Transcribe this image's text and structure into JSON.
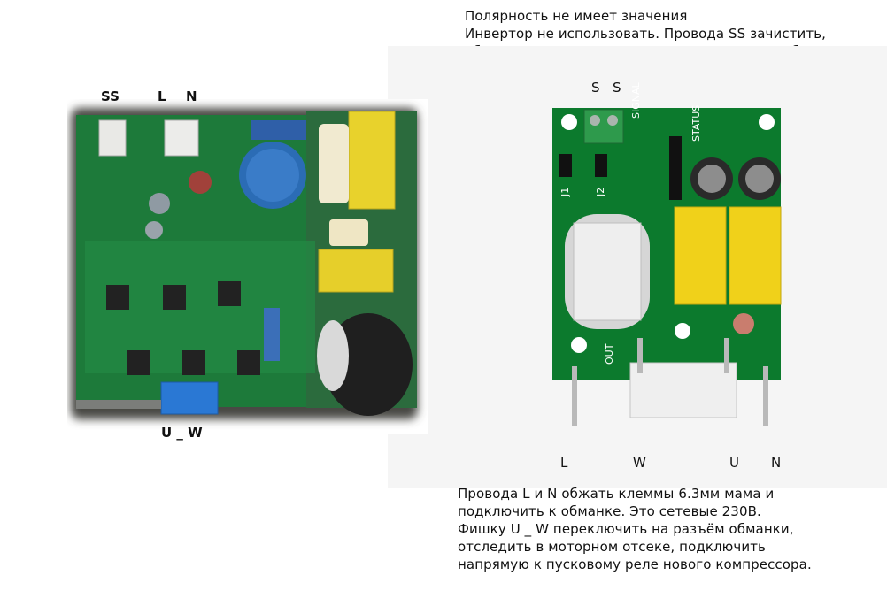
{
  "top_note": {
    "line1": "Полярность не имеет значения",
    "line2": "Инвертор не использовать. Провода SS зачистить,",
    "line3": "облудить и подключить на зеленую клемму обманки."
  },
  "left_board": {
    "label_ss": "SS",
    "label_l": "L",
    "label_n": "N",
    "label_uw": "U _ W"
  },
  "right_board": {
    "label_s1": "S",
    "label_s2": "S",
    "silk_signal": "SIGNAL",
    "silk_status": "STATUS",
    "silk_j1": "J1",
    "silk_j2": "J2",
    "silk_out": "OUT",
    "pins": {
      "l": "L",
      "w": "W",
      "u": "U",
      "n": "N"
    }
  },
  "bottom_note": {
    "line1": "Провода L и N обжать клеммы 6.3мм мама и",
    "line2": "подключить к обманке. Это сетевые 230В.",
    "line3": "Фишку U _ W переключить на разъём обманки,",
    "line4": "отследить в моторном отсеке, подключить",
    "line5": "напрямую к пусковому реле нового компрессора."
  }
}
